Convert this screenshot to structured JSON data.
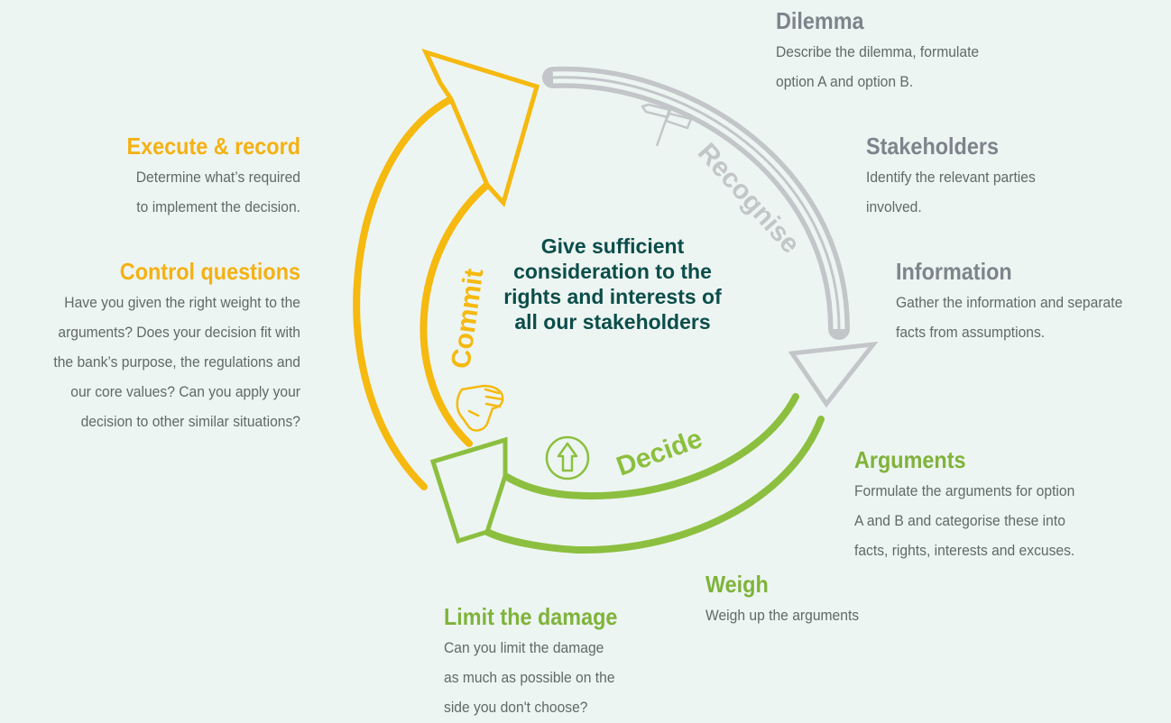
{
  "center_text": "Give sufficient consideration to the rights and interests of all our stakeholders",
  "phases": {
    "recognise": "Recognise",
    "decide": "Decide",
    "commit": "Commit"
  },
  "steps": {
    "dilemma": {
      "title": "Dilemma",
      "text": [
        "Describe the dilemma, formulate",
        "option A and option B."
      ]
    },
    "stakeholders": {
      "title": "Stakeholders",
      "text": [
        "Identify the relevant parties",
        "involved."
      ]
    },
    "information": {
      "title": "Information",
      "text": [
        "Gather the information and separate",
        "facts from assumptions."
      ]
    },
    "arguments": {
      "title": "Arguments",
      "text": [
        "Formulate the arguments for option",
        "A and B and categorise these into",
        "facts, rights, interests and excuses."
      ]
    },
    "weigh": {
      "title": "Weigh",
      "text": [
        "Weigh up the arguments"
      ]
    },
    "limit_damage": {
      "title": "Limit the damage",
      "text": [
        "Can you limit the damage",
        "as much as possible on the",
        "side you don't choose?"
      ]
    },
    "execute_record": {
      "title": "Execute & record",
      "text": [
        "Determine what’s required",
        "to implement the decision."
      ]
    },
    "control_questions": {
      "title": "Control questions",
      "text": [
        "Have you given the right weight to the",
        "arguments? Does your decision fit with",
        "the bank’s purpose, the regulations and",
        "our core values? Can you apply your",
        "decision to other similar situations?"
      ]
    }
  },
  "colors": {
    "background": "#edf5f2",
    "recognise": "#c3c6c9",
    "decide": "#8cbf3f",
    "commit": "#f5b90f",
    "center_text": "#0b4d4a",
    "body_text": "#5f6a66"
  },
  "icons": [
    "signpost-icon",
    "up-arrow-circle-icon",
    "handshake-icon"
  ]
}
